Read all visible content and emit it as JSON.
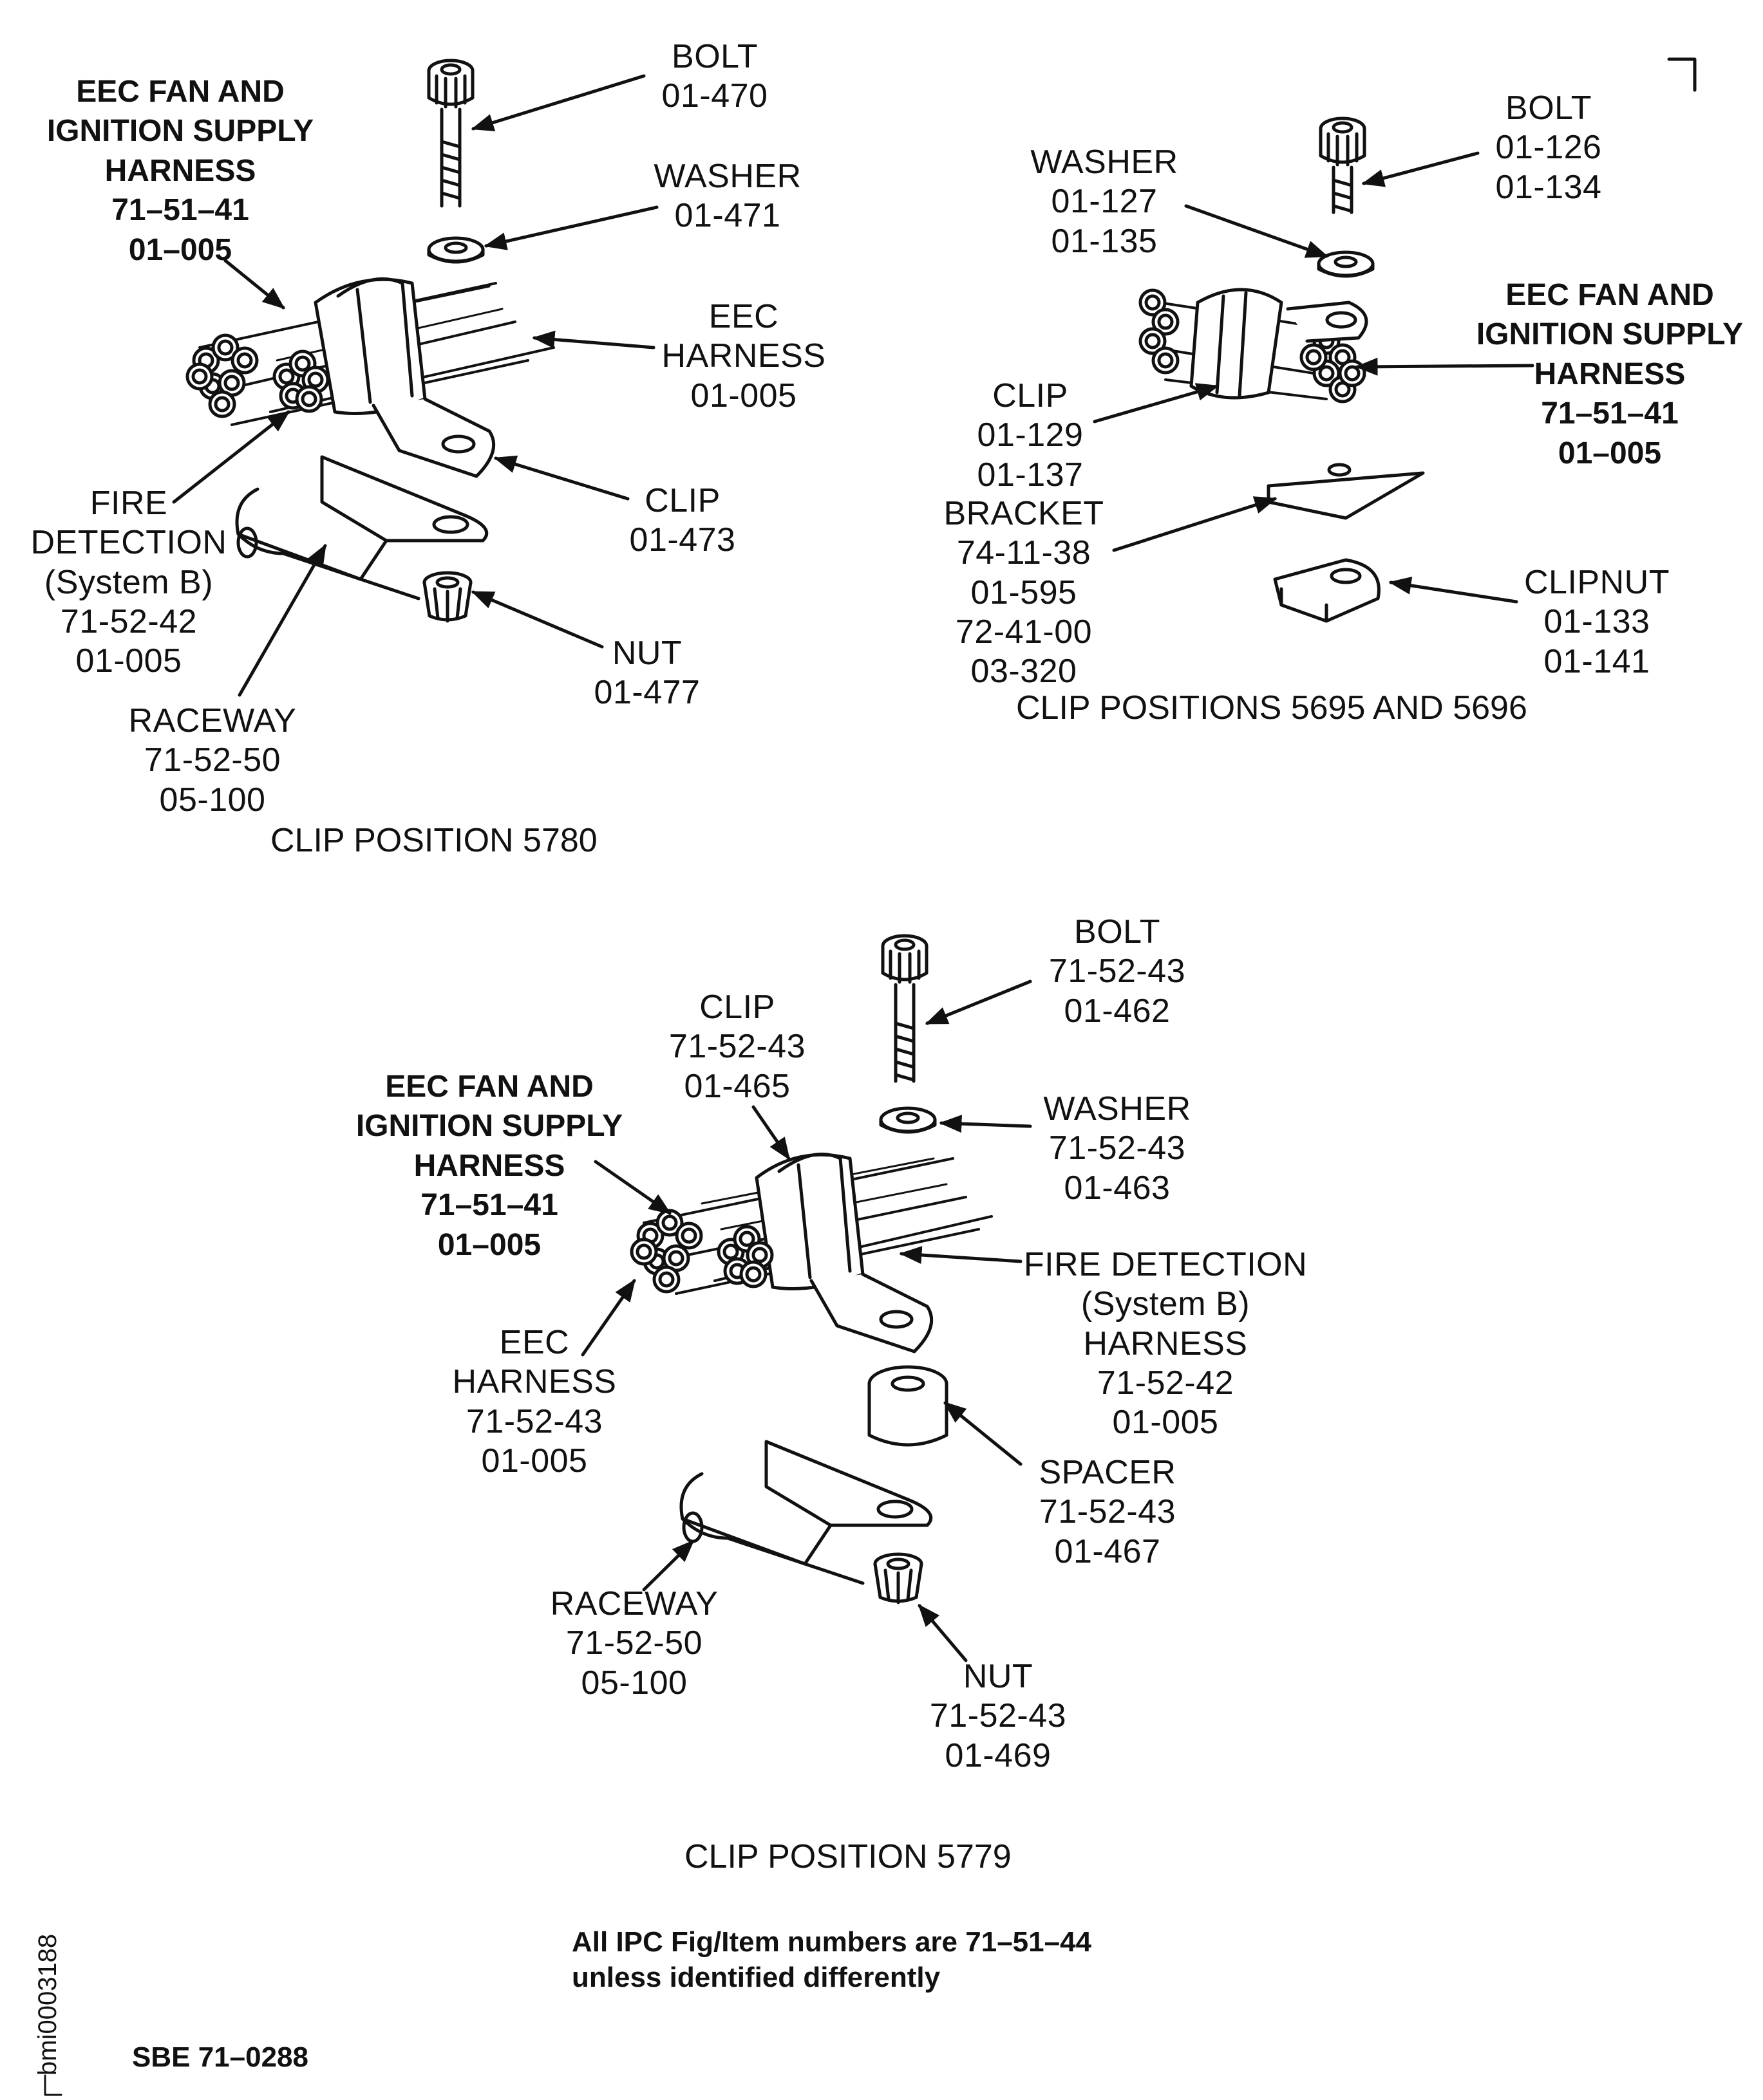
{
  "fig1": {
    "caption": "CLIP POSITION 5780",
    "bolt": "BOLT\n01-470",
    "washer": "WASHER\n01-471",
    "eec_harness": "EEC\nHARNESS\n01-005",
    "eec_fan": "EEC FAN AND\nIGNITION SUPPLY\nHARNESS\n71–51–41\n01–005",
    "fire": "FIRE\nDETECTION\n(System B)\n71-52-42\n01-005",
    "clip": "CLIP\n01-473",
    "nut": "NUT\n01-477",
    "raceway": "RACEWAY\n71-52-50\n05-100"
  },
  "fig2": {
    "caption": "CLIP POSITIONS 5695 AND 5696",
    "bolt": "BOLT\n01-126\n01-134",
    "washer": "WASHER\n01-127\n01-135",
    "eec_fan": "EEC FAN AND\nIGNITION SUPPLY\nHARNESS\n71–51–41\n01–005",
    "clip": "CLIP\n01-129\n01-137",
    "bracket": "BRACKET\n74-11-38\n01-595\n72-41-00\n03-320",
    "clipnut": "CLIPNUT\n01-133\n01-141"
  },
  "fig3": {
    "caption": "CLIP POSITION 5779",
    "bolt": "BOLT\n71-52-43\n01-462",
    "clip": "CLIP\n71-52-43\n01-465",
    "eec_fan": "EEC FAN AND\nIGNITION SUPPLY\nHARNESS\n71–51–41\n01–005",
    "washer": "WASHER\n71-52-43\n01-463",
    "fire": "FIRE DETECTION\n(System B)\nHARNESS\n71-52-42\n01-005",
    "eec_harness": "EEC\nHARNESS\n71-52-43\n01-005",
    "spacer": "SPACER\n71-52-43\n01-467",
    "raceway": "RACEWAY\n71-52-50\n05-100",
    "nut": "NUT\n71-52-43\n01-469"
  },
  "footer": {
    "note": "All IPC Fig/Item numbers are 71–51–44\nunless identified differently",
    "ref": "SBE 71–0288",
    "id": "bmi0003188"
  }
}
